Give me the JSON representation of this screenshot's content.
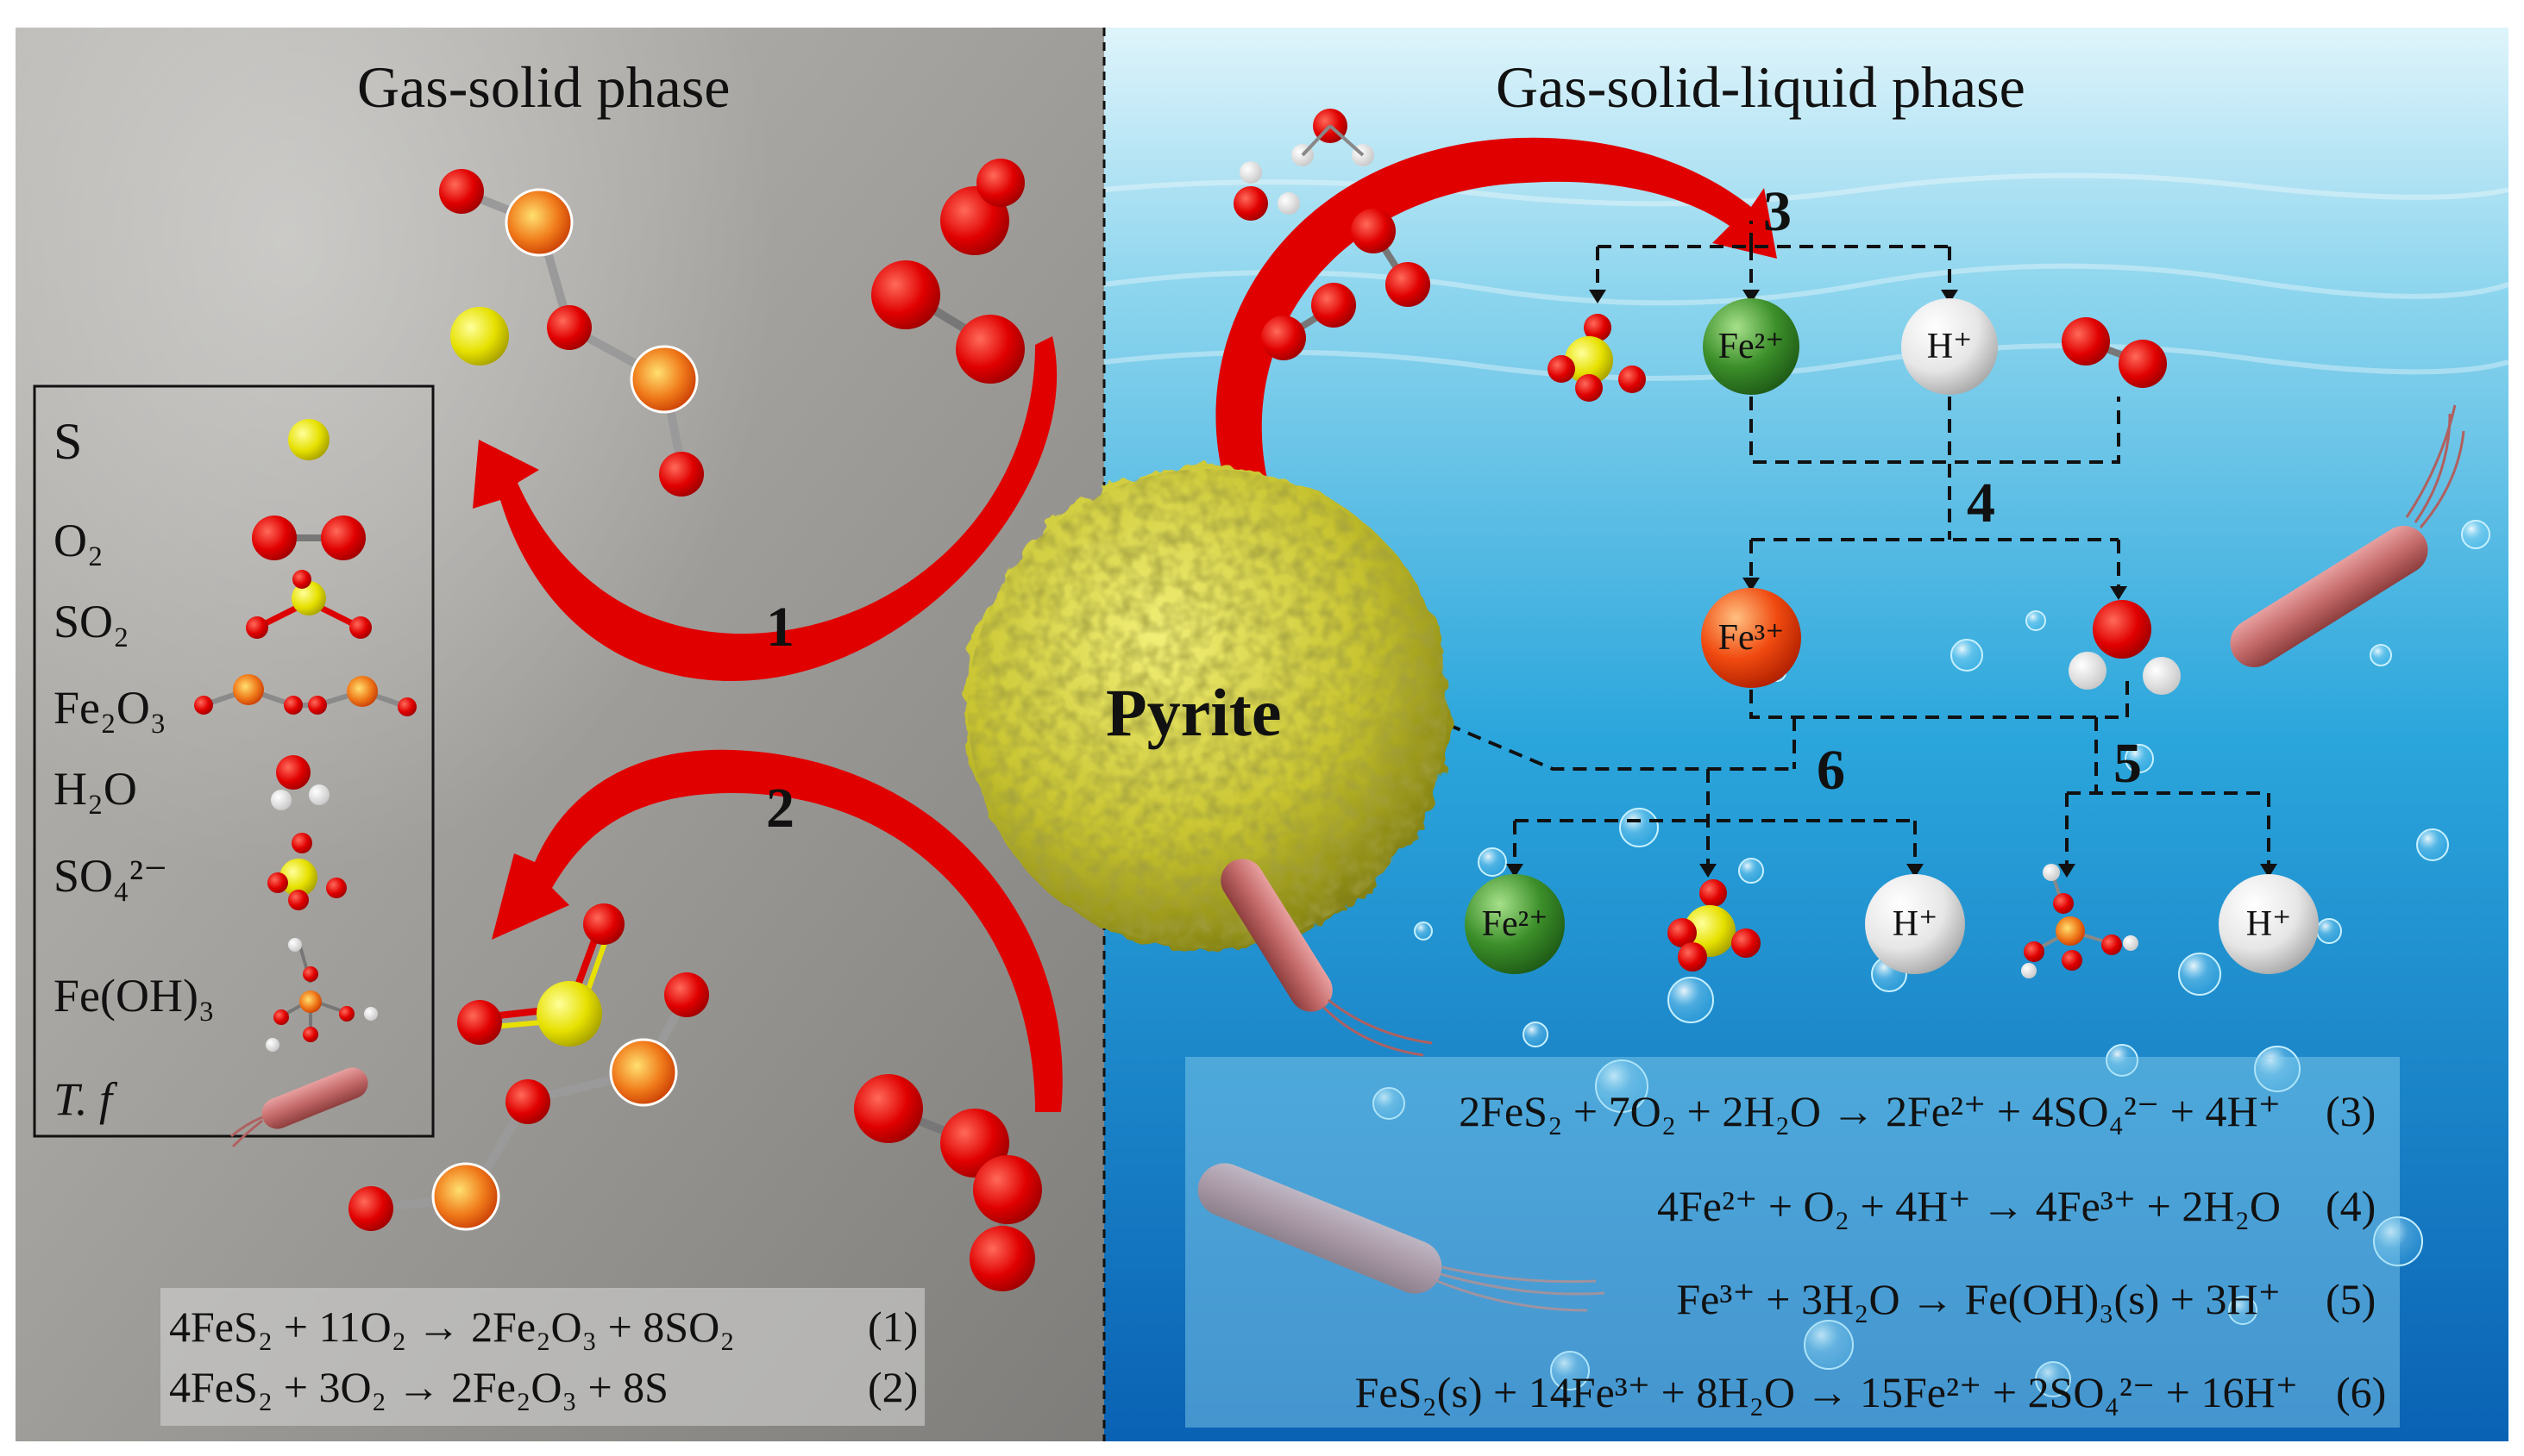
{
  "titles": {
    "left": "Gas-solid phase",
    "right": "Gas-solid-liquid phase"
  },
  "legend": {
    "s": "S",
    "o2": "O₂",
    "so2": "SO₂",
    "fe2o3": "Fe₂O₃",
    "h2o": "H₂O",
    "so4": "SO₄²⁻",
    "feoh3": "Fe(OH)₃",
    "tf": "T. f"
  },
  "center": {
    "pyrite": "Pyrite"
  },
  "steps": {
    "s1": "1",
    "s2": "2",
    "s3": "3",
    "s4": "4",
    "s5": "5",
    "s6": "6"
  },
  "ions": {
    "fe2_top": "Fe²⁺",
    "h_top": "H⁺",
    "fe3": "Fe³⁺",
    "fe2_bottom": "Fe²⁺",
    "h_bottom_a": "H⁺",
    "h_bottom_b": "H⁺"
  },
  "equations_left": [
    {
      "eq": "4FeS₂ + 11O₂ → 2Fe₂O₃ + 8SO₂",
      "num": "(1)"
    },
    {
      "eq": "4FeS₂ + 3O₂ → 2Fe₂O₃ + 8S",
      "num": "(2)"
    }
  ],
  "equations_right": [
    {
      "eq": "2FeS₂ + 7O₂ + 2H₂O → 2Fe²⁺ + 4SO₄²⁻ + 4H⁺",
      "num": "(3)"
    },
    {
      "eq": "4Fe²⁺ + O₂ + 4H⁺ →  4Fe³⁺ + 2H₂O",
      "num": "(4)"
    },
    {
      "eq": "Fe³⁺ + 3H₂O → Fe(OH)₃(s) + 3H⁺",
      "num": "(5)"
    },
    {
      "eq": "FeS₂(s) + 14Fe³⁺ + 8H₂O → 15Fe²⁺ + 2SO₄²⁻ + 16H⁺",
      "num": "(6)"
    }
  ],
  "colors": {
    "oxygen": "#e00000",
    "sulfur": "#e6e000",
    "iron": "#f07a1a",
    "hydrogen": "#f0f0f0",
    "arrow": "#e00000",
    "fe2": "#3c8f2a",
    "fe3": "#f04a10",
    "pyrite": "#c8c430",
    "bacteria": "#c46a6a"
  }
}
